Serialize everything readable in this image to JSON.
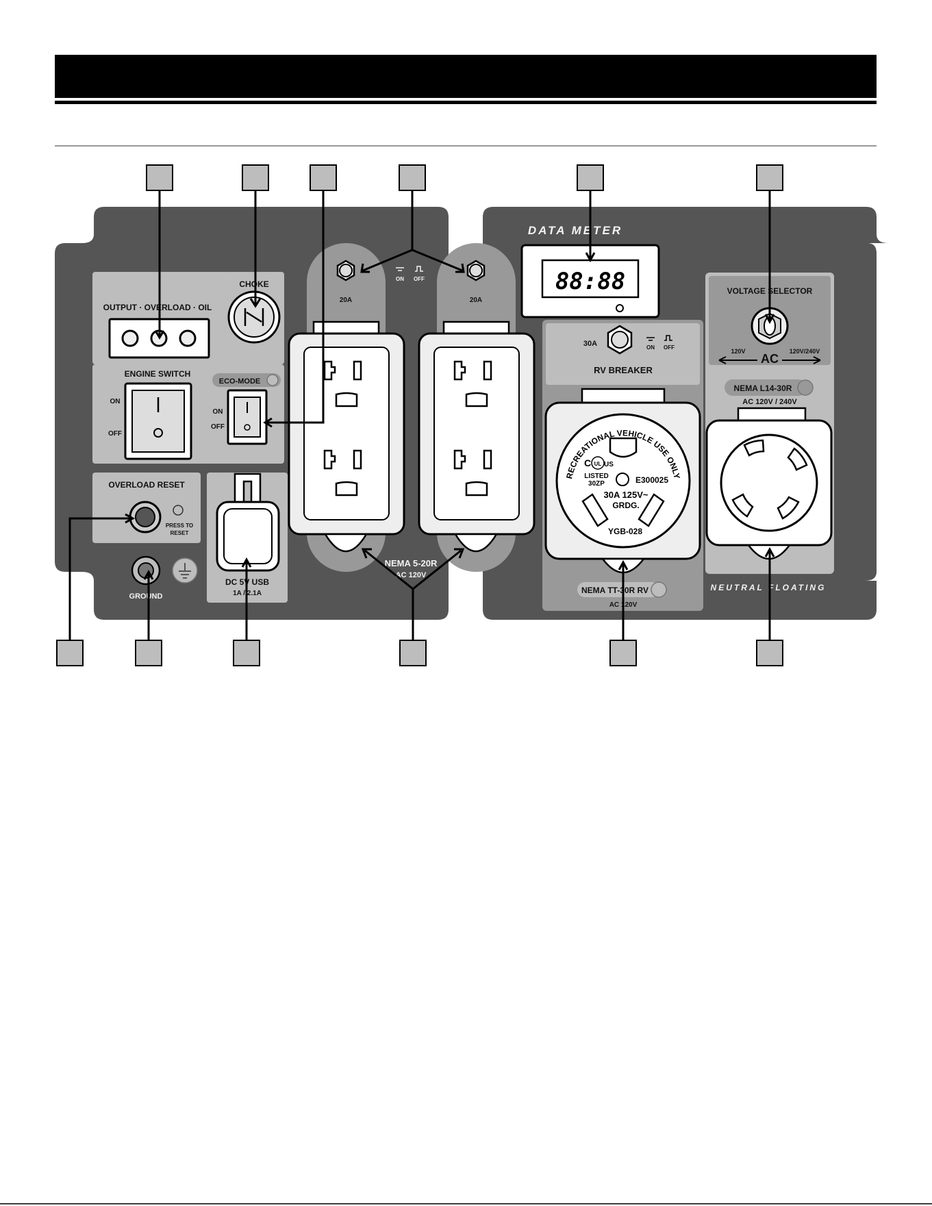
{
  "colors": {
    "panel": "#555555",
    "section": "#bdbdbd",
    "section_dark": "#999999",
    "outlet": "#eeeeee",
    "header_bar": "#000000"
  },
  "labels": {
    "indicators": "OUTPUT · OVERLOAD · OIL",
    "choke": "CHOKE",
    "engine_switch": "ENGINE SWITCH",
    "engine_on": "ON",
    "engine_off": "OFF",
    "eco_mode": "ECO-MODE",
    "eco_on": "ON",
    "eco_off": "OFF",
    "overload_reset": "OVERLOAD RESET",
    "press_to": "PRESS TO",
    "reset": "RESET",
    "ground": "GROUND",
    "usb_title": "DC 5V USB",
    "usb_rating": "1A / 2.1A",
    "breaker_left": "20A",
    "breaker_right": "20A",
    "breaker_on": "ON",
    "breaker_off": "OFF",
    "nema_520": "NEMA 5-20R",
    "ac_120_a": "AC 120V",
    "data_meter": "DATA METER",
    "meter_display": "88:88",
    "rv_30a": "30A",
    "rv_on": "ON",
    "rv_off": "OFF",
    "rv_breaker": "RV BREAKER",
    "nema_tt30": "NEMA TT-30R RV",
    "ac_120_b": "AC 120V",
    "voltage_selector": "VOLTAGE SELECTOR",
    "v120": "120V",
    "ac": "AC",
    "v120_240": "120V/240V",
    "nema_l14": "NEMA L14-30R",
    "ac_120_240": "AC 120V / 240V",
    "neutral_floating": "NEUTRAL FLOATING",
    "rv_top": "RECREATIONAL VEHICLE USE ONLY",
    "ul_c": "C",
    "ul_us": "US",
    "ul": "UL",
    "listed": "LISTED",
    "listed_code": "30ZP",
    "cert": "E300025",
    "rating": "30A  125V~",
    "grdg": "GRDG.",
    "model": "YGB-028"
  }
}
